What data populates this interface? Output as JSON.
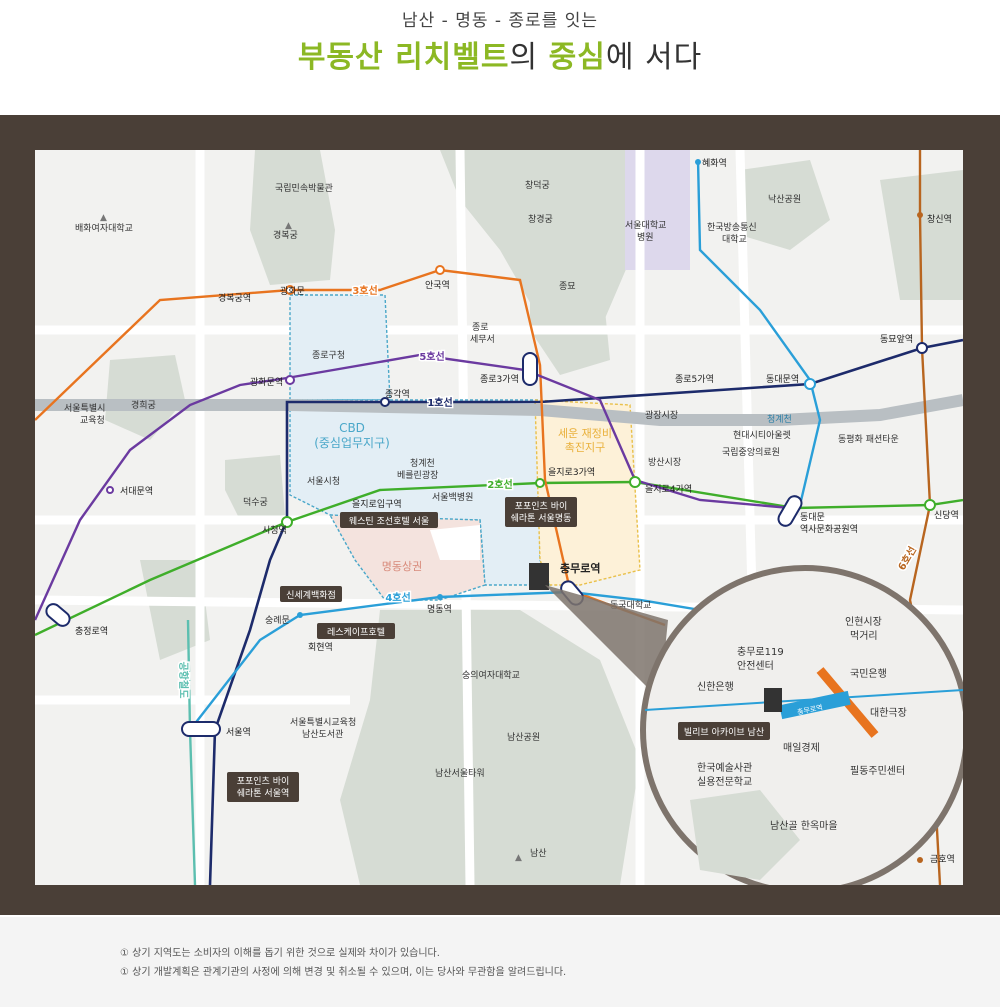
{
  "header": {
    "subtitle": "남산 - 명동 - 종로를 잇는",
    "title_part1": "부동산 리치벨트",
    "title_part2": "의 ",
    "title_part3": "중심",
    "title_part4": "에 서다"
  },
  "colors": {
    "accent": "#8cb824",
    "frame": "#4a3f37",
    "line1": "#1d2b6b",
    "line2": "#3fae2a",
    "line3": "#e8741f",
    "line4": "#2a9fd8",
    "line5": "#6b3aa0",
    "airport_line": "#5cbfb0",
    "cheonggyecheon": "#a9b0b5"
  },
  "line_labels": {
    "l1": "1호선",
    "l2": "2호선",
    "l3": "3호선",
    "l4": "4호선",
    "l5": "5호선",
    "l6": "6호선",
    "airport": "공항철도"
  },
  "districts": {
    "cbd_line1": "CBD",
    "cbd_line2": "(중심업무지구)",
    "seun_line1": "세운 재정비",
    "seun_line2": "촉진지구",
    "myeongdong": "명동상권",
    "cheonggyecheon": "청계천"
  },
  "stations": {
    "gyeongbokgung": "경복궁역",
    "gwanghwamun_top": "광화문",
    "anguk": "안국역",
    "hyehwa": "혜화역",
    "changsin": "창신역",
    "dongmyo": "동묘앞역",
    "dongdaemun": "동대문역",
    "jongno5": "종로5가역",
    "jongno3": "종로3가역",
    "jonggak": "종각역",
    "gwanghwamun": "광화문역",
    "seodaemun": "서대문역",
    "euljiro3": "을지로3가역",
    "euljiro4": "을지로4가역",
    "euljiro1": "을지로입구역",
    "cityhall": "시청역",
    "sindang": "신당역",
    "ddp_line1": "동대문",
    "ddp_line2": "역사문화공원역",
    "chungmuro": "충무로역",
    "myeongdong": "명동역",
    "chungjeongno": "충정로역",
    "hoehyeon": "회현역",
    "seoul": "서울역",
    "geumho": "금호역"
  },
  "places": {
    "baehwa": "배화여자대학교",
    "folk_museum": "국립민속박물관",
    "gyeongbokgung": "경복궁",
    "changdeokgung": "창덕궁",
    "changgyeonggung": "창경궁",
    "snu_hospital_1": "서울대학교",
    "snu_hospital_2": "병원",
    "knou_1": "한국방송통신",
    "knou_2": "대학교",
    "naksan": "낙산공원",
    "jongmyo": "종묘",
    "jongno_gu": "종로구청",
    "jongno_tax_1": "종로",
    "jongno_tax_2": "세무서",
    "edu_office_1": "서울특별시",
    "edu_office_2": "교육청",
    "gyeonghuigung": "경희궁",
    "gwangjang": "광장시장",
    "hyundai_city": "현대시티아울렛",
    "dongpyeonghwa": "동평화 패션타운",
    "nmc": "국립중앙의료원",
    "bangsan": "방산시장",
    "cheonggye_berlin_1": "청계천",
    "cheonggye_berlin_2": "베를린광장",
    "seoul_cityhall": "서울시청",
    "deoksugung": "덕수궁",
    "baek_hospital": "서울백병원",
    "westin": "웨스틴 조선호텔 서울",
    "fourpoints_md_1": "포포인츠 바이",
    "fourpoints_md_2": "쉐라톤 서울명동",
    "shinsegae": "신세계백화점",
    "dongguk": "동국대학교",
    "sungnyemun": "숭례문",
    "lescape": "레스케이프호텔",
    "sookmyung": "숭의여자대학교",
    "seoul_edu_lib_1": "서울특별시교육청",
    "seoul_edu_lib_2": "남산도서관",
    "namsan_park": "남산공원",
    "namsan_tower": "남산서울타워",
    "namsan": "남산",
    "fourpoints_seoul_1": "포포인츠 바이",
    "fourpoints_seoul_2": "쉐라톤 서울역"
  },
  "inset": {
    "inhyeon_1": "인현시장",
    "inhyeon_2": "먹거리",
    "chungmuro119_1": "충무로119",
    "chungmuro119_2": "안전센터",
    "shinhan": "신한은행",
    "kookmin": "국민은행",
    "daehan": "대한극장",
    "maeil": "매일경제",
    "pildong": "필동주민센터",
    "arts_1": "한국예술사관",
    "arts_2": "실용전문학교",
    "hanok": "남산골 한옥마을",
    "station_tag": "충무로역",
    "project": "빌리브 아카이브 남산"
  },
  "notes": [
    "① 상기 지역도는 소비자의 이해를 돕기 위한 것으로 실제와 차이가 있습니다.",
    "① 상기 개발계획은 관계기관의 사정에 의해 변경 및 취소될 수 있으며, 이는 당사와 무관함을 알려드립니다."
  ]
}
